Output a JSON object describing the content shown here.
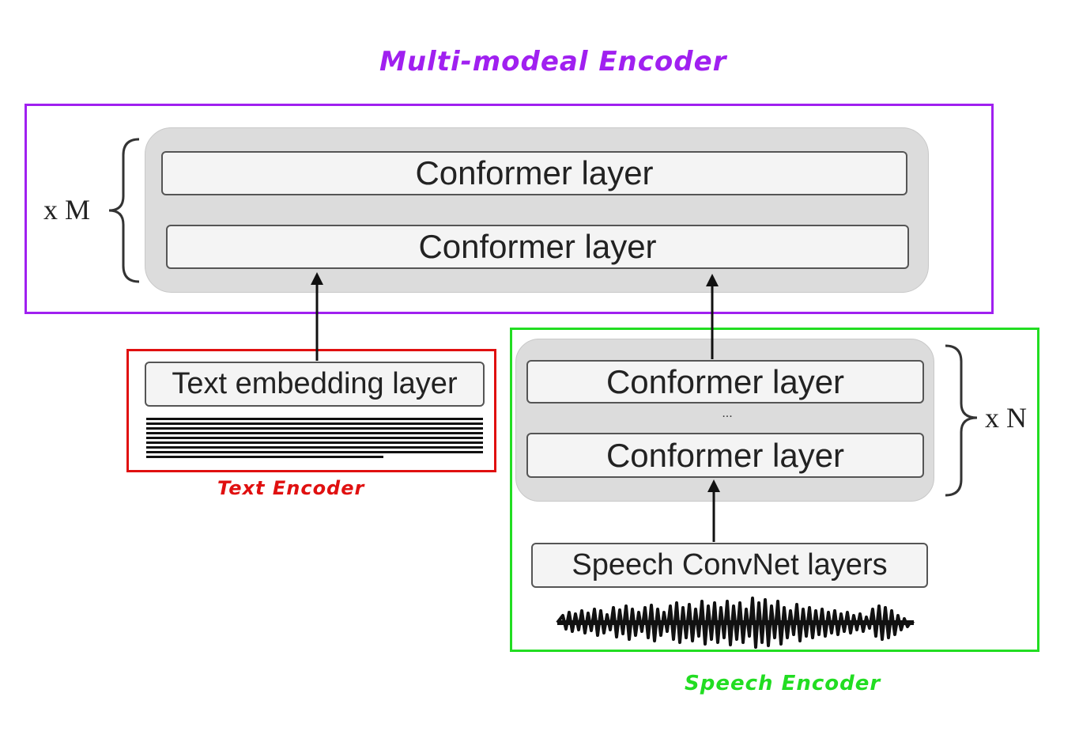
{
  "titles": {
    "multimodal": "Multi-modeal Encoder",
    "text_encoder": "Text Encoder",
    "speech_encoder": "Speech Encoder"
  },
  "multimodal_encoder": {
    "repeat_label": "x M",
    "layers": [
      "Conformer layer",
      "Conformer layer"
    ]
  },
  "text_encoder": {
    "embedding_label": "Text embedding layer"
  },
  "speech_encoder": {
    "repeat_label": "x N",
    "layers": [
      "Conformer layer",
      "Conformer layer"
    ],
    "ellipsis": "...",
    "convnet_label": "Speech ConvNet layers"
  },
  "colors": {
    "multimodal": "#a020f0",
    "text": "#e01010",
    "speech": "#22dd22",
    "group_fill": "#dcdcdc",
    "layer_fill": "#f4f4f4"
  }
}
